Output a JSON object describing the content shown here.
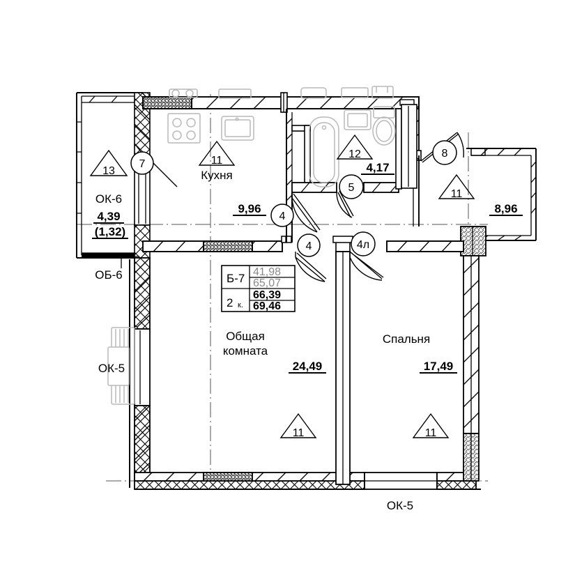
{
  "document": {
    "type": "floor-plan",
    "title": "",
    "language": "ru",
    "background": "#ffffff",
    "line_color": "#000000",
    "fixture_color": "#b9b9b9"
  },
  "apartment_box": {
    "code": "Б-7",
    "rooms_count": "2",
    "rooms_unit": "к.",
    "living_area": "41,98",
    "total_area_no_balcony": "65,07",
    "total_area": "66,39",
    "total_area_with_balcony": "69,46"
  },
  "rooms": [
    {
      "id": "kitchen",
      "name": "Кухня",
      "area": "9,96",
      "mark": "11"
    },
    {
      "id": "living",
      "name": "Общая",
      "name2": "комната",
      "area": "24,49",
      "mark": "11"
    },
    {
      "id": "bedroom",
      "name": "Спальня",
      "area": "17,49",
      "mark": "11"
    },
    {
      "id": "bathroom",
      "name": "",
      "area": "4,17",
      "mark": "12"
    },
    {
      "id": "loggia-left",
      "name": "",
      "area": "4,39",
      "area_reduced": "(1,32)",
      "mark": "13"
    },
    {
      "id": "loggia-right",
      "name": "",
      "area": "8,96",
      "mark": "11"
    }
  ],
  "element_codes": [
    {
      "id": "ok6",
      "label": "ОК-6"
    },
    {
      "id": "ob6",
      "label": "ОБ-6"
    },
    {
      "id": "ok5-left",
      "label": "ОК-5"
    },
    {
      "id": "ok5-bottom",
      "label": "ОК-5"
    }
  ],
  "door_markers": [
    {
      "id": "door-7",
      "label": "7"
    },
    {
      "id": "door-8",
      "label": "8"
    },
    {
      "id": "door-5",
      "label": "5"
    },
    {
      "id": "door-4a",
      "label": "4"
    },
    {
      "id": "door-4b",
      "label": "4"
    },
    {
      "id": "door-4l",
      "label": "4л"
    }
  ],
  "fixtures": [
    {
      "id": "stove",
      "name": "kitchen-stove"
    },
    {
      "id": "sink",
      "name": "kitchen-sink"
    },
    {
      "id": "bathtub",
      "name": "bathtub"
    },
    {
      "id": "washbasin",
      "name": "washbasin"
    },
    {
      "id": "toilet",
      "name": "toilet"
    },
    {
      "id": "radiator",
      "name": "radiator"
    }
  ]
}
